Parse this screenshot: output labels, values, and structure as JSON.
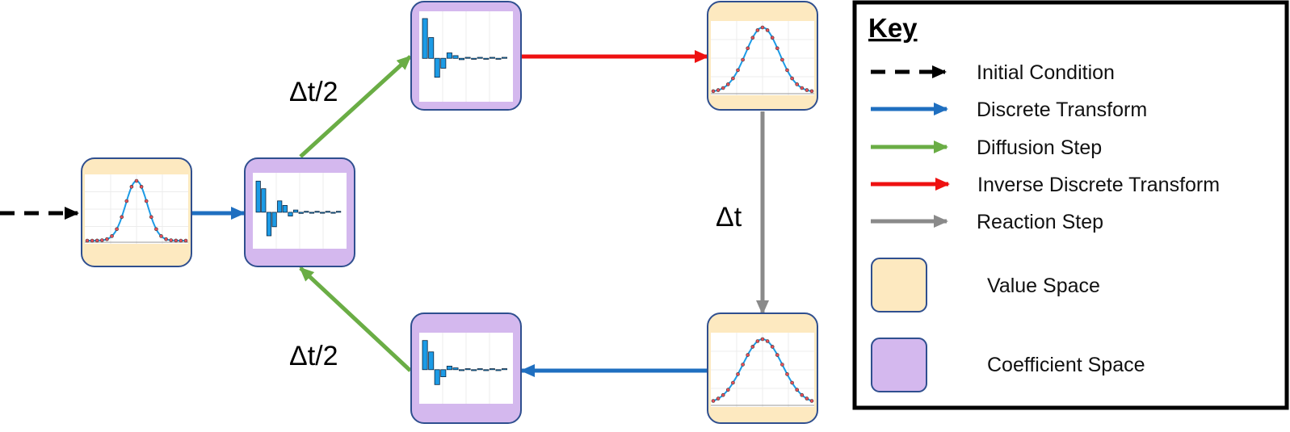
{
  "labels": {
    "half_step_top": "Δt/2",
    "half_step_bottom": "Δt/2",
    "full_step": "Δt"
  },
  "key": {
    "title": "Key",
    "items": [
      {
        "label": "Initial Condition",
        "color": "#000000",
        "style": "dashed"
      },
      {
        "label": "Discrete Transform",
        "color": "#1f6fc0",
        "style": "solid"
      },
      {
        "label": "Diffusion Step",
        "color": "#6aad45",
        "style": "solid"
      },
      {
        "label": "Inverse Discrete Transform",
        "color": "#ee1111",
        "style": "solid"
      },
      {
        "label": "Reaction Step",
        "color": "#8a8a8a",
        "style": "solid"
      }
    ],
    "swatches": [
      {
        "label": "Value Space",
        "color": "#fde9c0"
      },
      {
        "label": "Coefficient Space",
        "color": "#d4b8ee"
      }
    ]
  },
  "colors": {
    "value_space": "#fde9c0",
    "coefficient_space": "#d4b8ee",
    "node_border": "#2f4f8f",
    "bar_fill": "#1c9be6",
    "gaussian_line": "#1c9be6",
    "sample_dot": "#e8505b"
  }
}
